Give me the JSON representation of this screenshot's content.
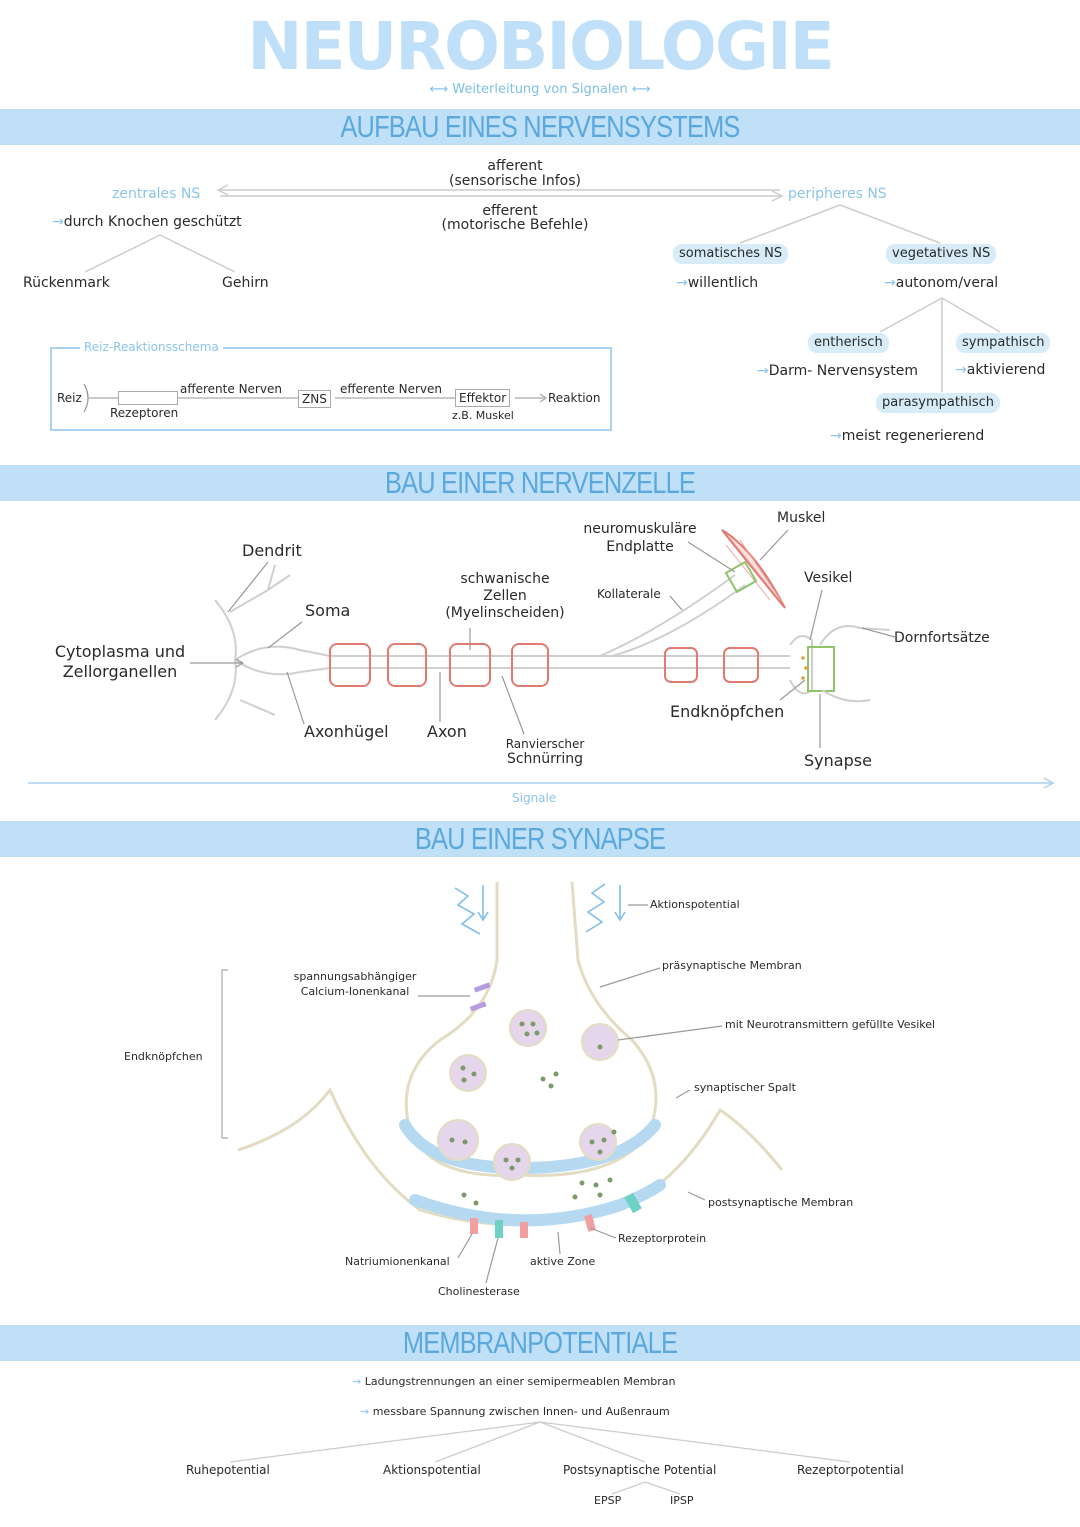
{
  "header": {
    "title": "NEUROBIOLOGIE",
    "subtitle": "Weiterleitung von Signalen"
  },
  "sections": {
    "aufbau": "AUFBAU EINES NERVENSYSTEMS",
    "nervenzelle": "BAU EINER NERVENZELLE",
    "synapse": "BAU EINER SYNAPSE",
    "membran": "MEMBRANPOTENTIALE"
  },
  "nervensystem": {
    "zentral": "zentrales NS",
    "zentral_note": "durch Knochen geschützt",
    "rueckenmark": "Rückenmark",
    "gehirn": "Gehirn",
    "afferent": "afferent",
    "afferent_note": "(sensorische Infos)",
    "efferent": "efferent",
    "efferent_note": "(motorische Befehle)",
    "peripher": "peripheres NS",
    "somatisch": "somatisches NS",
    "somatisch_note": "willentlich",
    "vegetativ": "vegetatives NS",
    "vegetativ_note": "autonom/veral",
    "enterisch": "entherisch",
    "enterisch_note": "Darm- Nervensystem",
    "sympathisch": "sympathisch",
    "sympathisch_note": "aktivierend",
    "parasympathisch": "parasympathisch",
    "parasympathisch_note": "meist regenerierend"
  },
  "reizschema": {
    "label": "Reiz-Reaktionsschema",
    "reiz": "Reiz",
    "rezeptoren": "Rezeptoren",
    "afferente": "afferente Nerven",
    "zns": "ZNS",
    "efferente": "efferente Nerven",
    "effektor": "Effektor",
    "effektor_note": "z.B. Muskel",
    "reaktion": "Reaktion"
  },
  "nervenzelle": {
    "dendrit": "Dendrit",
    "soma": "Soma",
    "cytoplasma_1": "Cytoplasma und",
    "cytoplasma_2": "Zellorganellen",
    "axonhuegel": "Axonhügel",
    "axon": "Axon",
    "schwann_1": "schwanische",
    "schwann_2": "Zellen",
    "schwann_3": "(Myelinscheiden)",
    "ranvier_1": "Ranvierscher",
    "ranvier_2": "Schnürring",
    "kollaterale": "Kollaterale",
    "endplatte_1": "neuromuskuläre",
    "endplatte_2": "Endplatte",
    "muskel": "Muskel",
    "vesikel": "Vesikel",
    "dornfortsaetze": "Dornfortsätze",
    "endknoepfchen": "Endknöpfchen",
    "synapse": "Synapse",
    "signale": "Signale"
  },
  "synapse": {
    "aktionspotential": "Aktionspotential",
    "praesynaptisch": "präsynaptische Membran",
    "calcium_1": "spannungsabhängiger",
    "calcium_2": "Calcium-Ionenkanal",
    "vesikel": "mit Neurotransmittern gefüllte Vesikel",
    "endknoepfchen": "Endknöpfchen",
    "spalt": "synaptischer Spalt",
    "postsynaptisch": "postsynaptische Membran",
    "rezeptorprotein": "Rezeptorprotein",
    "natrium": "Natriumionenkanal",
    "aktive_zone": "aktive Zone",
    "cholinesterase": "Cholinesterase"
  },
  "membranpotentiale": {
    "point_1": "Ladungstrennungen an einer semipermeablen Membran",
    "point_2": "messbare Spannung zwischen Innen- und Außenraum",
    "ruhe": "Ruhepotential",
    "aktion": "Aktionspotential",
    "postsyn": "Postsynaptische Potential",
    "epsp": "EPSP",
    "ipsp": "IPSP",
    "rezeptor": "Rezeptorpotential"
  },
  "colors": {
    "banner": "#bfe0f6",
    "banner_text": "#5aa8de",
    "accent_red": "#e07a72",
    "accent_green": "#8fc46a",
    "vesicle": "#e6d6ec"
  }
}
